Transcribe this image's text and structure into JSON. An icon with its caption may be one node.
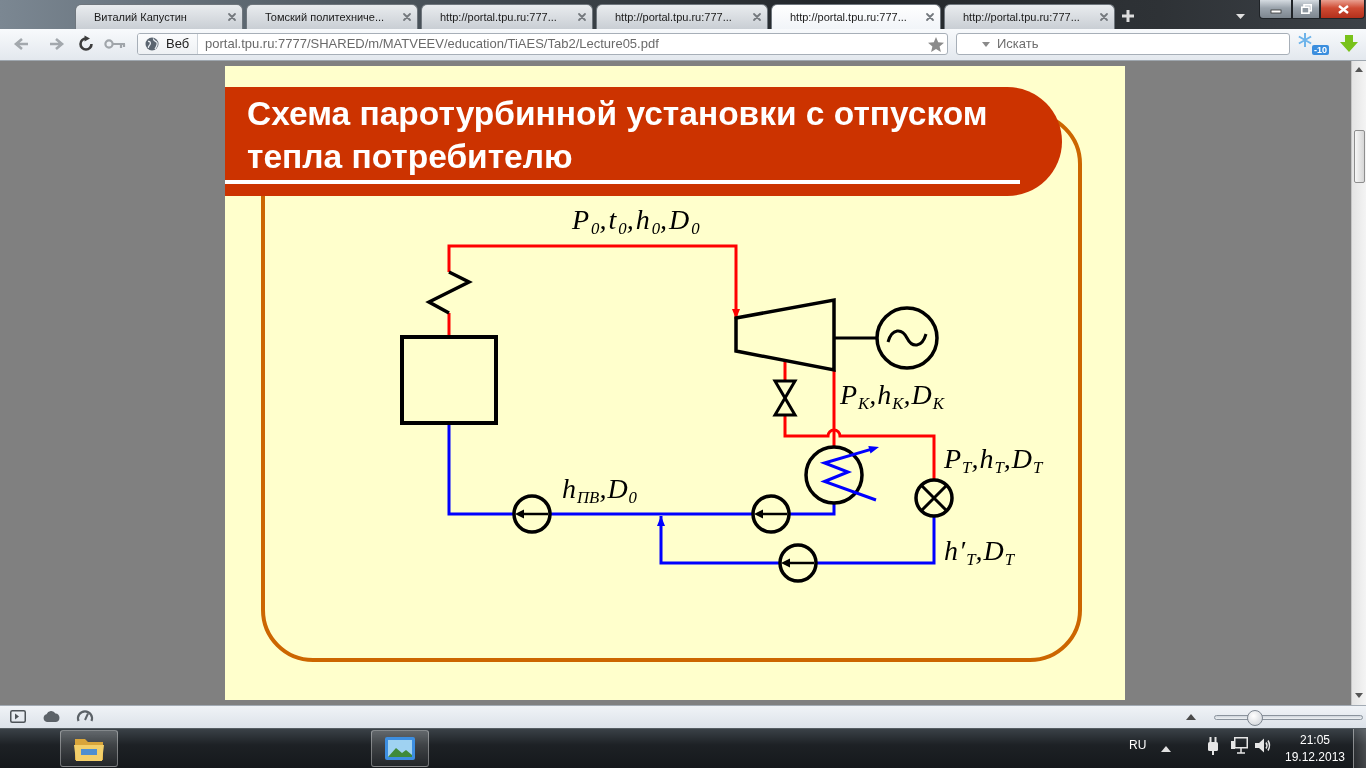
{
  "diagram": {
    "title": "Схема паротурбинной установки с отпуском тепла потребителю",
    "nodes": [
      {
        "text": [],
        "shape": "box"
      },
      {
        "text": [],
        "shape": "zigzag"
      },
      {
        "text": [],
        "shape": "trapezoid"
      },
      {
        "text": [],
        "shape": "circle"
      },
      {
        "text": [],
        "shape": "valve"
      },
      {
        "text": [],
        "shape": "circle"
      },
      {
        "text": [],
        "shape": "circle"
      },
      {
        "text": [],
        "shape": "circle"
      },
      {
        "text": [],
        "shape": "circle"
      },
      {
        "text": [],
        "shape": "circle"
      }
    ],
    "edges": [
      {
        "from": 0,
        "to": 1,
        "arrow": "none",
        "color": "#ff0000"
      },
      {
        "from": 1,
        "to": 2,
        "arrow": "to",
        "label": "P$_{0}$,t$_{0}$,h$_{0}$,D$_{0}$",
        "color": "#ff0000"
      },
      {
        "from": 2,
        "to": 3,
        "arrow": "none",
        "color": "#000000"
      },
      {
        "from": 2,
        "to": 4,
        "arrow": "none",
        "color": "#ff0000"
      },
      {
        "from": 4,
        "to": 6,
        "arrow": "none",
        "label": "P$_{Т}$,h$_{Т}$,D$_{Т}$",
        "color": "#ff0000"
      },
      {
        "from": 2,
        "to": 5,
        "arrow": "none",
        "label": "P$_{К}$,h$_{К}$,D$_{К}$",
        "color": "#ff0000"
      },
      {
        "from": 5,
        "to": 8,
        "arrow": "none",
        "color": "#0000ff"
      },
      {
        "from": 8,
        "to": 7,
        "arrow": "none",
        "color": "#0000ff"
      },
      {
        "from": 9,
        "to": null,
        "arrow": "to",
        "color": "#0000ff"
      },
      {
        "from": 7,
        "to": 0,
        "arrow": "none",
        "color": "#0000ff"
      },
      {
        "from": 6,
        "to": 9,
        "arrow": "none",
        "label": "h′$_{Т}$,D$_{Т}$",
        "color": "#0000ff"
      }
    ],
    "labels": [
      "Виталий Капустин",
      "Томский политехниче...",
      "http://portal.tpu.ru:777...",
      "http://portal.tpu.ru:777...",
      "http://portal.tpu.ru:777...",
      "http://portal.tpu.ru:777...",
      "Веб",
      "portal.tpu.ru:7777/SHARED/m/MATVEEV/education/TiAES/Tab2/Lecture05.pdf",
      "Искать",
      "-10",
      "h$_{ПВ}$,D$_{0}$",
      "RU",
      "21:05",
      "19.12.2013"
    ]
  }
}
